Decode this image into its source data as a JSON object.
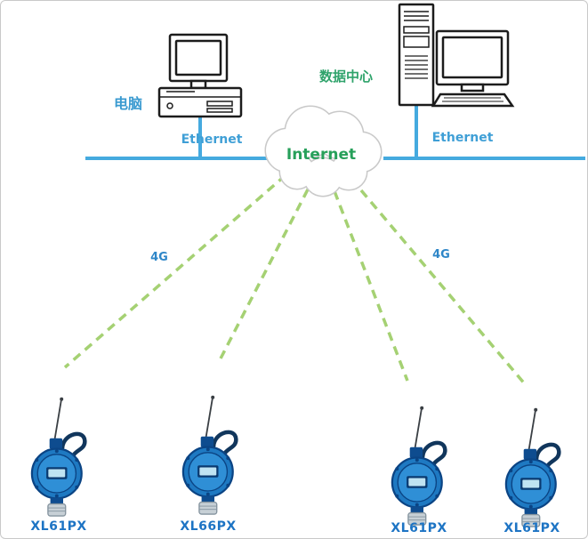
{
  "cloud": {
    "label": "Internet"
  },
  "hosts": {
    "computer_label": "电脑",
    "datacenter_label": "数据中心"
  },
  "links": {
    "ethernet_left_label": "Ethernet",
    "ethernet_right_label": "Ethernet",
    "wireless_left_label": "4G",
    "wireless_right_label": "4G"
  },
  "devices": [
    {
      "model": "XL61PX"
    },
    {
      "model": "XL66PX"
    },
    {
      "model": "XL61PX"
    },
    {
      "model": "XL61PX"
    }
  ],
  "colors": {
    "ethernet_line": "#45aadf",
    "ethernet_text": "#3f9fd6",
    "wireless_link": "#a5d173",
    "internet_text": "#27a05a",
    "datacenter_text": "#2fa36b",
    "computer_text": "#3a9ad0",
    "wireless_text": "#2e86c8",
    "device_text": "#1d74c4",
    "device_body": "#1e79c2"
  }
}
